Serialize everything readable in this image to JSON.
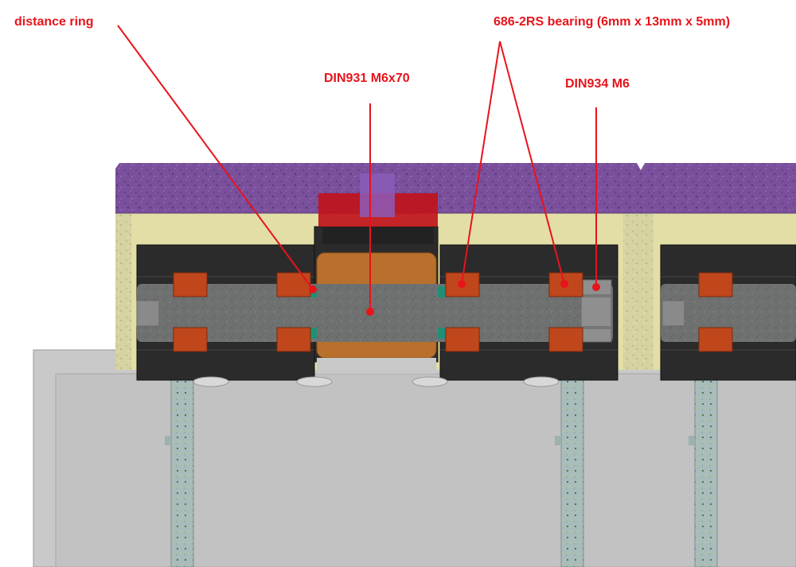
{
  "annotations": {
    "distance_ring": "distance ring",
    "bolt": "DIN931 M6x70",
    "bearing": "686-2RS bearing (6mm x 13mm x 5mm)",
    "nut": "DIN934 M6"
  },
  "colors": {
    "annotation": "#e8131b",
    "purple_top": "#7a4f9c",
    "yellow_frame": "#e0dca2",
    "bearing_block": "#2a2a2a",
    "bearing_ring": "#c0461c",
    "bolt": "#6e6e6e",
    "roller": "#b8702c",
    "red_cap": "#c0141c",
    "teal_spacer": "#1f8f75",
    "base": "#c4c4c4"
  }
}
